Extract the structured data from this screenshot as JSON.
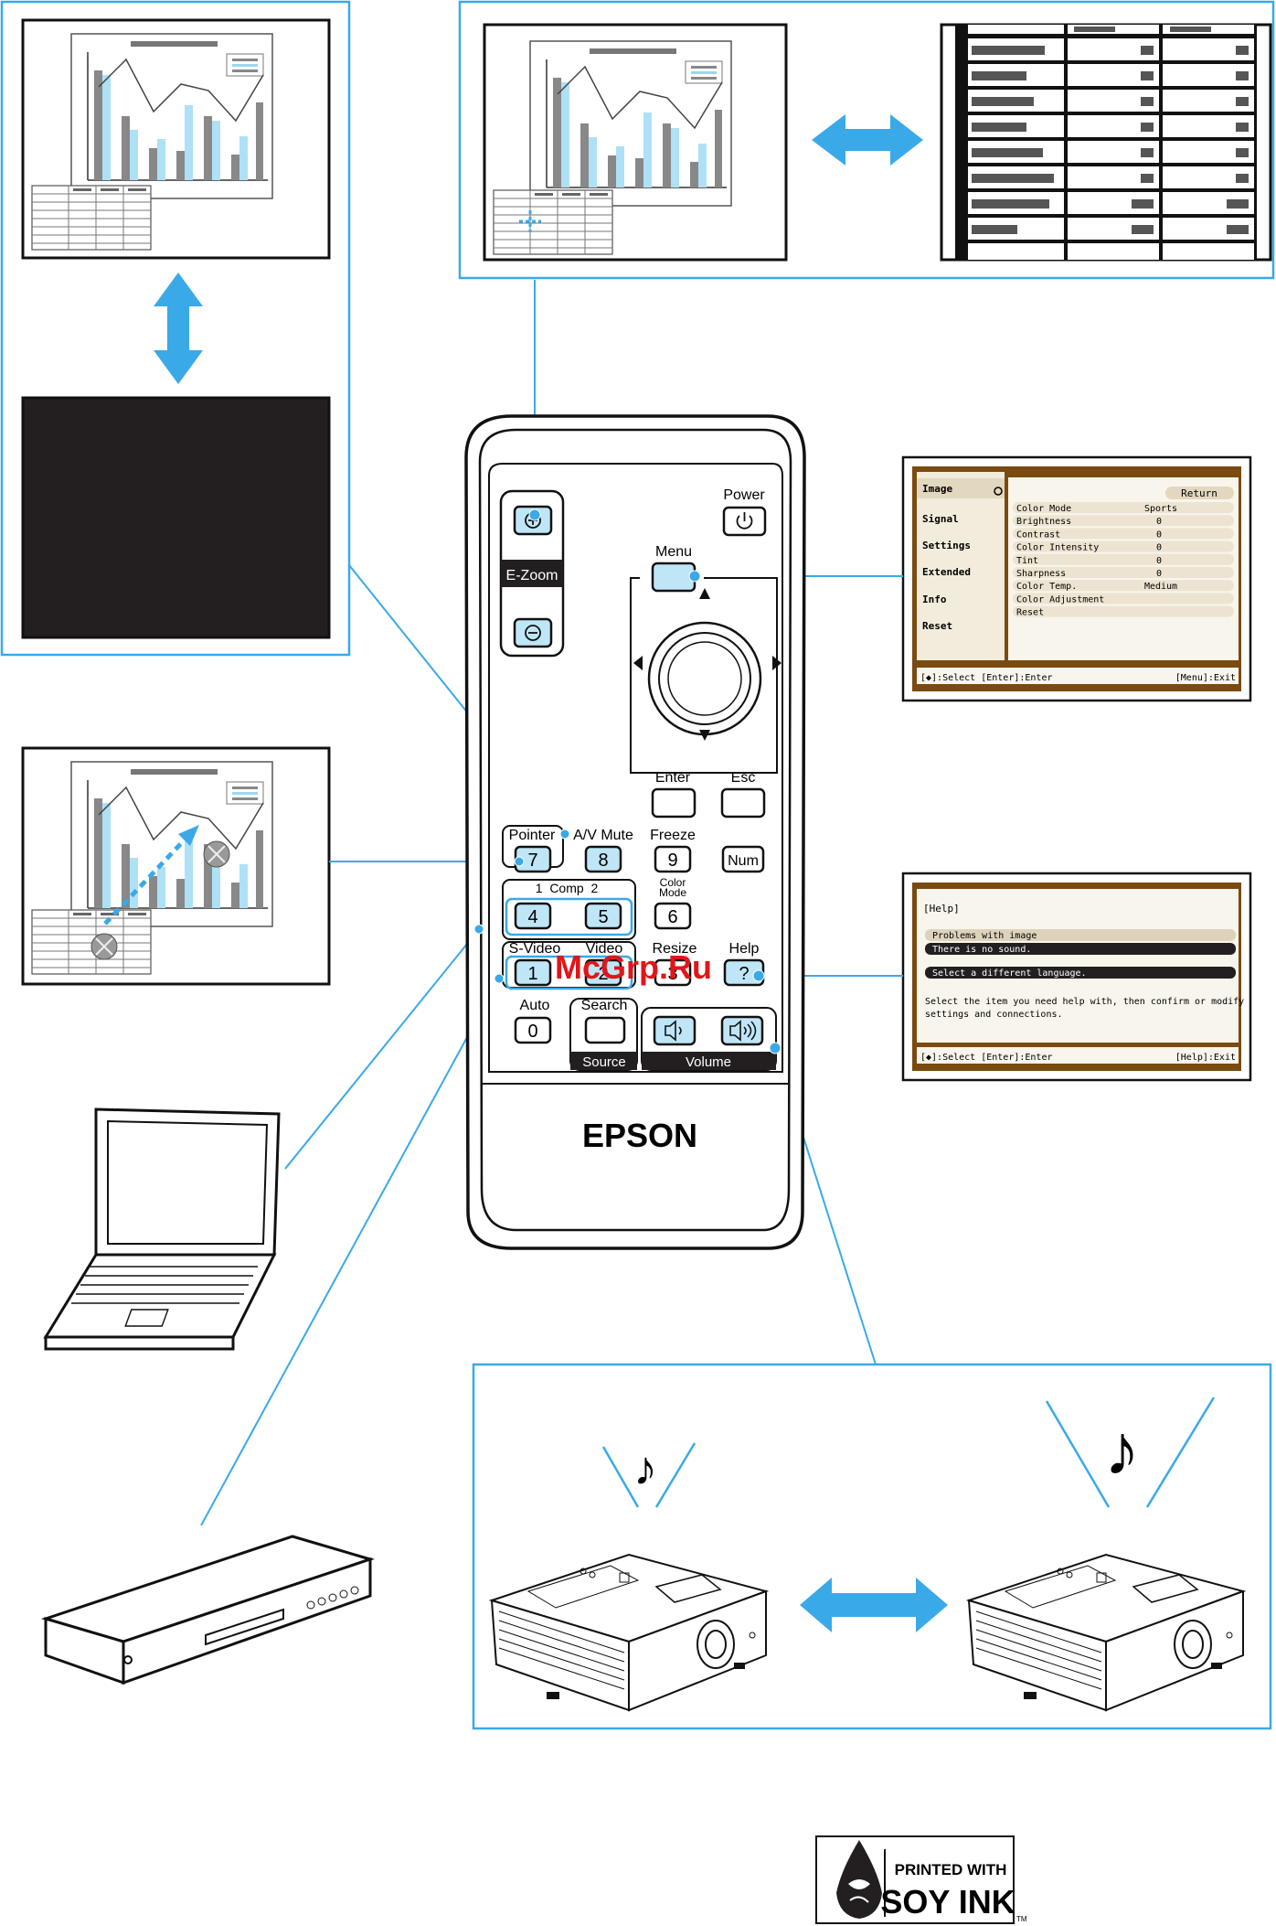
{
  "remote": {
    "ezoom_label": "E-Zoom",
    "power_label": "Power",
    "menu_label": "Menu",
    "enter_label": "Enter",
    "esc_label": "Esc",
    "pointer_label": "Pointer",
    "avmute_label": "A/V Mute",
    "freeze_label": "Freeze",
    "num_label": "Num",
    "comp_label": "1  Comp  2",
    "color_mode_label_1": "Color",
    "color_mode_label_2": "Mode",
    "svideo_label": "S-Video",
    "video_label": "Video",
    "resize_label": "Resize",
    "help_label": "Help",
    "auto_label": "Auto",
    "search_label": "Search",
    "source_label": "Source",
    "volume_label": "Volume",
    "brand": "EPSON",
    "keys": {
      "k7": "7",
      "k8": "8",
      "k9": "9",
      "k4": "4",
      "k5": "5",
      "k6": "6",
      "k1": "1",
      "k2": "2",
      "k3": "3",
      "k0": "0",
      "help": "?"
    }
  },
  "menu_screen": {
    "sidebar": [
      "Image",
      "Signal",
      "Settings",
      "Extended",
      "Info",
      "Reset"
    ],
    "return_label": "Return",
    "rows": [
      {
        "label": "Color Mode",
        "value": "Sports"
      },
      {
        "label": "Brightness",
        "value": "0"
      },
      {
        "label": "Contrast",
        "value": "0"
      },
      {
        "label": "Color Intensity",
        "value": "0"
      },
      {
        "label": "Tint",
        "value": "0"
      },
      {
        "label": "Sharpness",
        "value": "0"
      },
      {
        "label": "Color Temp.",
        "value": "Medium"
      },
      {
        "label": "Color Adjustment",
        "value": ""
      },
      {
        "label": "Reset",
        "value": ""
      }
    ],
    "footer_left": "[◆]:Select [Enter]:Enter",
    "footer_right": "[Menu]:Exit"
  },
  "help_screen": {
    "title": "[Help]",
    "item1": "Problems with image",
    "item2": "There is no sound.",
    "item3": "Select a different language.",
    "desc1": "Select the item you need help with, then confirm or modify",
    "desc2": "settings and connections.",
    "footer_left": "[◆]:Select [Enter]:Enter",
    "footer_right": "[Help]:Exit"
  },
  "watermark": "McGrp.Ru",
  "soy_ink": {
    "line1": "PRINTED WITH",
    "line2": "SOY INK",
    "tm": "TM"
  },
  "colors": {
    "accent": "#3aa9e8",
    "key_fill": "#bfe6f7",
    "screen_bg": "#7a4a10"
  }
}
